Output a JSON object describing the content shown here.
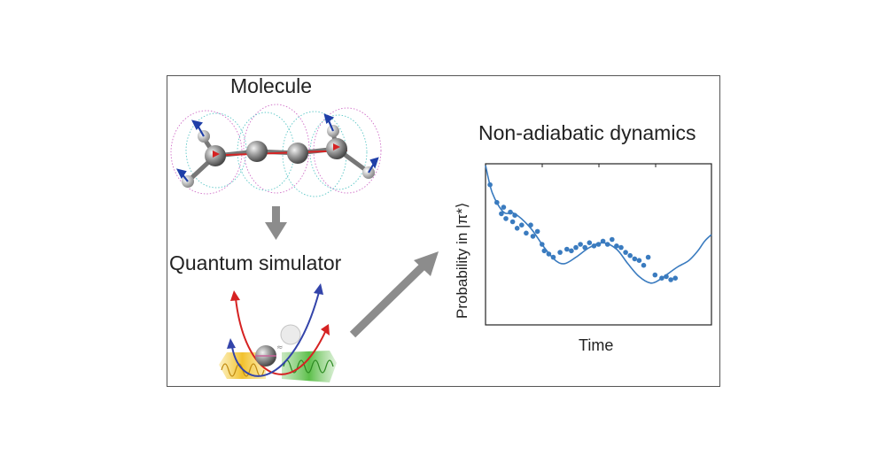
{
  "labels": {
    "molecule": "Molecule",
    "quantum_simulator": "Quantum simulator",
    "dynamics_title": "Non-adiabatic dynamics",
    "x_axis": "Time",
    "y_axis": "Probability in |π*⟩"
  },
  "icons": {
    "molecule": "butadiene-molecule-icon",
    "simulator": "trapped-ion-potential-icon",
    "down_arrow": "down-arrow-icon",
    "flow_arrow": "diagonal-arrow-icon"
  },
  "colors": {
    "data_blue": "#3a7bbf",
    "arrow_gray": "#8c8c8c",
    "curve_red": "#d62222",
    "curve_blue": "#3344aa",
    "laser_yellow": "#f2c12e",
    "laser_green": "#5cbf4a"
  },
  "chart_data": {
    "type": "scatter",
    "title": "Non-adiabatic dynamics",
    "xlabel": "Time",
    "ylabel": "Probability in |π*⟩",
    "xlim": [
      0,
      1
    ],
    "ylim": [
      0,
      1
    ],
    "series": [
      {
        "kind": "line",
        "x": [
          0.0,
          0.03,
          0.08,
          0.13,
          0.2,
          0.26,
          0.31,
          0.35,
          0.4,
          0.46,
          0.52,
          0.58,
          0.63,
          0.68,
          0.73,
          0.77,
          0.81,
          0.85,
          0.9,
          0.94,
          0.97,
          1.0
        ],
        "y": [
          0.99,
          0.82,
          0.7,
          0.69,
          0.6,
          0.48,
          0.4,
          0.38,
          0.42,
          0.48,
          0.51,
          0.47,
          0.38,
          0.3,
          0.26,
          0.28,
          0.32,
          0.36,
          0.4,
          0.46,
          0.52,
          0.56
        ]
      },
      {
        "kind": "points",
        "x": [
          0.02,
          0.05,
          0.07,
          0.08,
          0.09,
          0.11,
          0.12,
          0.13,
          0.14,
          0.16,
          0.18,
          0.2,
          0.21,
          0.23,
          0.25,
          0.26,
          0.28,
          0.3,
          0.33,
          0.36,
          0.38,
          0.4,
          0.42,
          0.44,
          0.46,
          0.48,
          0.5,
          0.52,
          0.54,
          0.56,
          0.58,
          0.6,
          0.62,
          0.64,
          0.66,
          0.68,
          0.7,
          0.72,
          0.75,
          0.78,
          0.8,
          0.82,
          0.84
        ],
        "y": [
          0.87,
          0.76,
          0.69,
          0.73,
          0.66,
          0.7,
          0.64,
          0.68,
          0.6,
          0.62,
          0.57,
          0.62,
          0.55,
          0.58,
          0.5,
          0.46,
          0.44,
          0.42,
          0.45,
          0.47,
          0.46,
          0.48,
          0.5,
          0.48,
          0.51,
          0.49,
          0.5,
          0.52,
          0.5,
          0.53,
          0.49,
          0.48,
          0.45,
          0.43,
          0.41,
          0.4,
          0.37,
          0.42,
          0.31,
          0.29,
          0.3,
          0.28,
          0.29
        ]
      }
    ]
  }
}
